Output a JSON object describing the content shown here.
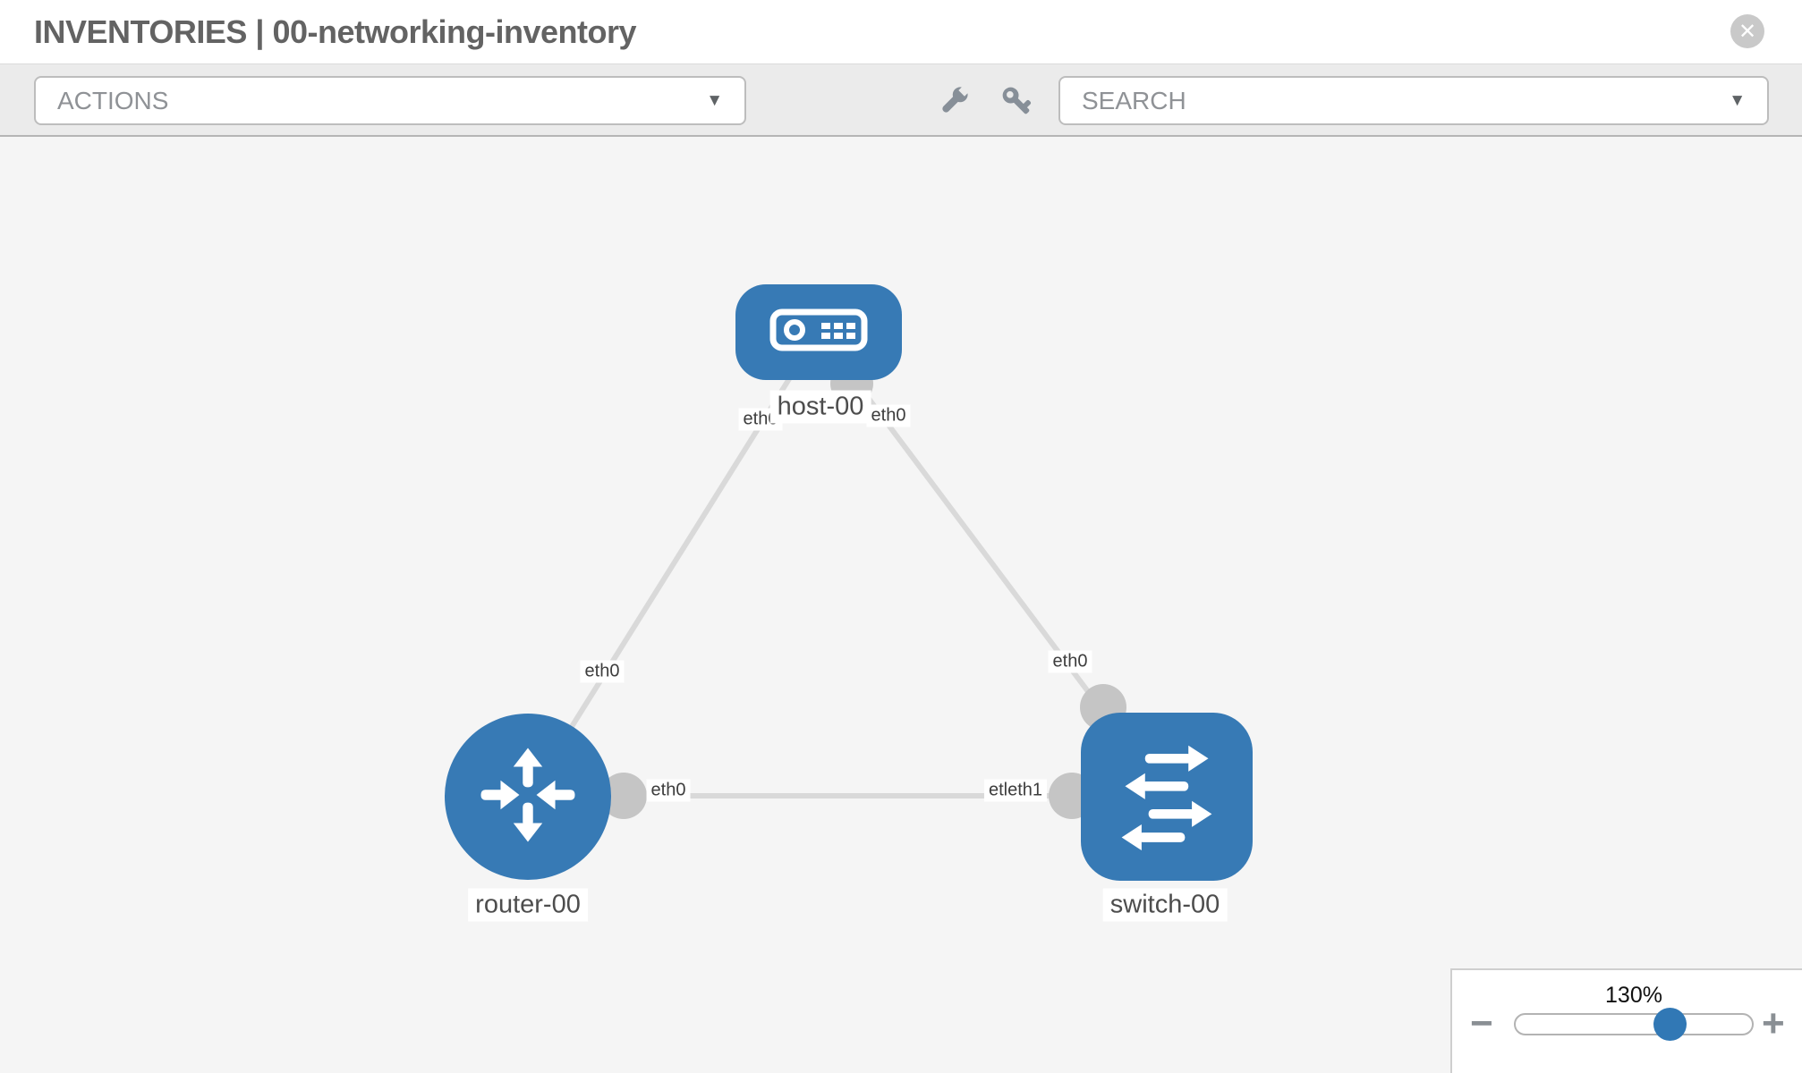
{
  "header": {
    "title": "INVENTORIES | 00-networking-inventory"
  },
  "toolbar": {
    "actions_dropdown": {
      "label": "ACTIONS"
    },
    "search_dropdown": {
      "label": "SEARCH"
    },
    "tools": [
      "wrench",
      "key"
    ]
  },
  "icons": {
    "close_glyph": "✕",
    "caret_glyph": "▼"
  },
  "diagram": {
    "nodes": [
      {
        "id": "host-00",
        "label": "host-00",
        "type": "host"
      },
      {
        "id": "router-00",
        "label": "router-00",
        "type": "router"
      },
      {
        "id": "switch-00",
        "label": "switch-00",
        "type": "switch"
      }
    ],
    "links": [
      {
        "from": "host-00",
        "to": "router-00",
        "from_interface": "eth0",
        "to_interface": "eth0"
      },
      {
        "from": "host-00",
        "to": "switch-00",
        "from_interface": "eth0",
        "to_interface": "eth0"
      },
      {
        "from": "router-00",
        "to": "switch-00",
        "from_interface": "eth0",
        "to_interface": "eth1"
      }
    ],
    "interface_labels": [
      {
        "text": "eth0"
      },
      {
        "text": "eth0"
      },
      {
        "text": "eth0"
      },
      {
        "text": "eth0"
      },
      {
        "text": "eth0"
      },
      {
        "text": "etleth1"
      }
    ]
  },
  "zoom_control": {
    "level": "130%",
    "zoom_out_glyph": "−",
    "zoom_in_glyph": "+"
  },
  "colors": {
    "node_blue": "#377ab5",
    "link_gray": "#d9d9d9",
    "port_gray": "#c5c5c5",
    "canvas_bg": "#f5f5f5",
    "toolbar_bg": "#ebebeb",
    "slider_handle_blue": "#3178b5"
  }
}
